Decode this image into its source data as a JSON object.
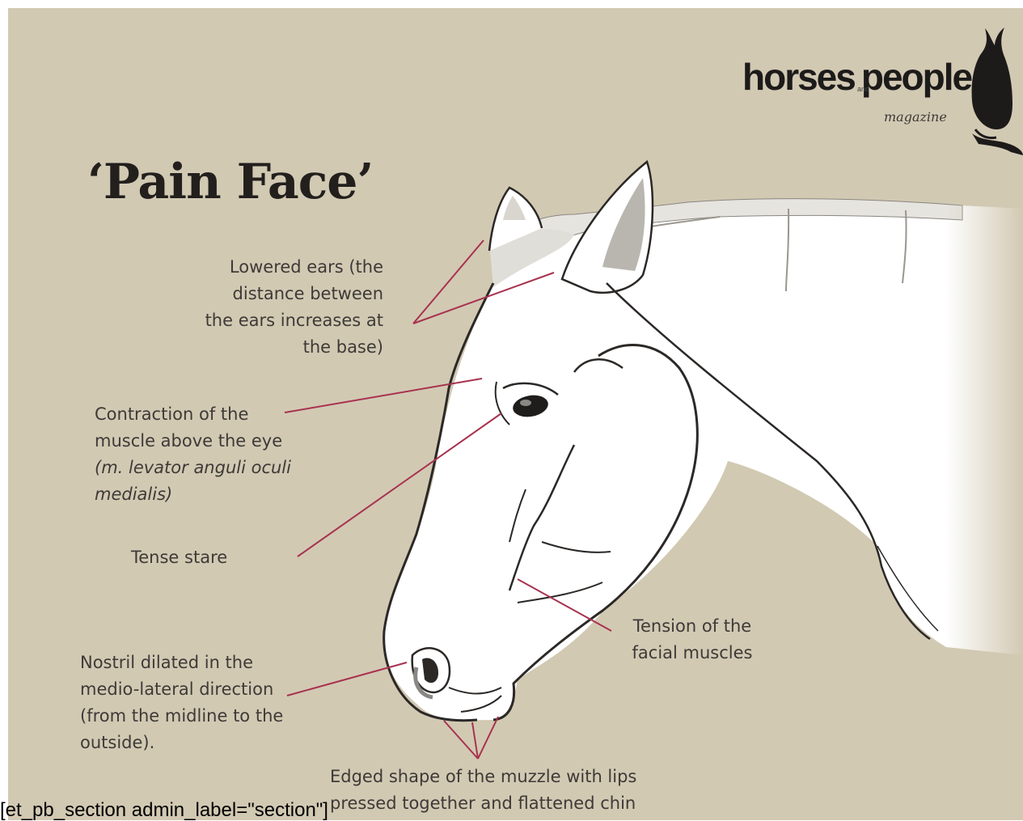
{
  "title": "‘Pain Face’",
  "brand": {
    "name_part1": "horses",
    "name_and": "and",
    "name_part2": "people",
    "subtitle": "magazine"
  },
  "labels": {
    "ears": [
      "Lowered ears (the",
      "distance between",
      "the ears increases at",
      "the base)"
    ],
    "eye_muscle": [
      "Contraction of the",
      "muscle above the eye"
    ],
    "eye_muscle_latin": [
      "(m. levator anguli oculi",
      "medialis)"
    ],
    "stare": "Tense stare",
    "facial_muscles": [
      "Tension of the",
      "facial muscles"
    ],
    "nostril": [
      "Nostril dilated in the",
      "medio-lateral direction",
      "(from the midline to the",
      "outside)."
    ],
    "muzzle": [
      "Edged shape of the muzzle with lips",
      "pressed together and flattened chin"
    ]
  },
  "footer_text": "[et_pb_section admin_label=\"section\"]",
  "colors": {
    "background": "#d2c9b3",
    "pointer_line": "#a8324f",
    "outline": "#2b2826",
    "horse_fill": "#ffffff",
    "mane": "#e6e4df"
  }
}
